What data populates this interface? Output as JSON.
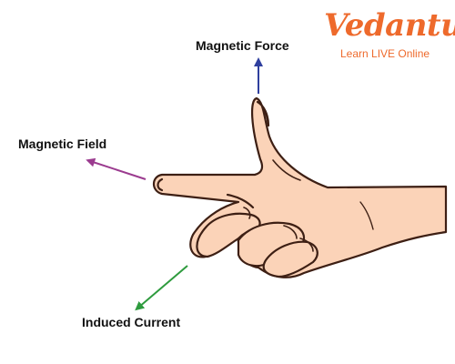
{
  "labels": {
    "force": "Magnetic Force",
    "field": "Magnetic Field",
    "current": "Induced Current"
  },
  "logo": {
    "name": "Vedantu",
    "tagline": "Learn LIVE Online"
  },
  "colors": {
    "force_arrow": "#2f3f9e",
    "field_arrow": "#9b3b8f",
    "current_arrow": "#2e9b3e",
    "skin": "#fbd3b8",
    "outline": "#3d1f14",
    "brand": "#ee6a2c",
    "tagline": "#ee6a2c"
  }
}
